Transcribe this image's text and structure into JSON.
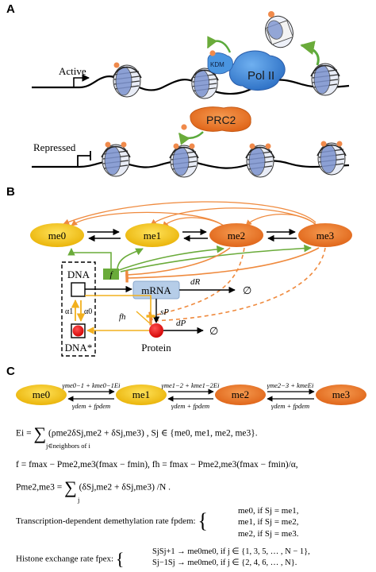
{
  "panels": {
    "a": "A",
    "b": "B",
    "c": "C"
  },
  "panel_a": {
    "active_label": "Active",
    "repressed_label": "Repressed",
    "kdm_label": "KDM",
    "pol2_label": "Pol II",
    "prc2_label": "PRC2",
    "colors": {
      "pol2": "#3a86d6",
      "prc2": "#f07832",
      "mark": "#f08a4b",
      "nucleosome": "#6f86c8",
      "arrow": "#5aaa3c"
    }
  },
  "panel_b": {
    "states": [
      "me0",
      "me1",
      "me2",
      "me3"
    ],
    "dna_top": "DNA",
    "dna_bottom": "DNA*",
    "f_label": "f",
    "fh_label": "fh",
    "mrna_label": "mRNA",
    "protein_label": "Protein",
    "dr_label": "dR",
    "dp_label": "dP",
    "sp_label": "sP",
    "alpha1": "α1",
    "alpha0": "α0",
    "null_symbol": "∅",
    "colors": {
      "me0": "#f2c414",
      "me1": "#f2c414",
      "me2": "#ec7a28",
      "me3": "#ec7a28",
      "green": "#6aab3a",
      "orange": "#ef8a3e",
      "yellow": "#f2b01e",
      "mrna": "#b6cde8"
    }
  },
  "panel_c": {
    "states": [
      "me0",
      "me1",
      "me2",
      "me3"
    ],
    "fwd_rates": [
      "γme0−1 + kme0−1Ei",
      "γme1−2 + kme1−2Ei",
      "γme2−3 + kmeEi"
    ],
    "back_rate": "γdem + fpdem",
    "eq_E": "Ei =",
    "eq_E_sum_under": "j∈neighbors of i",
    "eq_E_rhs": "(ρme2δSj,me2 + δSj,me3) , Sj ∈ {me0, me1, me2, me3}.",
    "eq_f": "f = fmax − Pme2,me3(fmax − fmin), fh = fmax − Pme2,me3(fmax − fmin)/α,",
    "eq_P_lhs": "Pme2,me3 =",
    "eq_P_under": "j",
    "eq_P_rhs": "(δSj,me2 + δSj,me3) /N .",
    "tdd_label": "Transcription-dependent demethylation rate fpdem:",
    "tdd_cases": [
      "me0,  if Sj = me1,",
      "me1,  if Sj = me2,",
      "me2,  if Sj = me3."
    ],
    "hx_label": "Histone exchange rate fpex:",
    "hx_cases": [
      "SjSj+1 → me0me0,  if j ∈ {1, 3, 5, … , N − 1},",
      "Sj−1Sj → me0me0,  if j ∈ {2, 4, 6, … , N}."
    ]
  }
}
